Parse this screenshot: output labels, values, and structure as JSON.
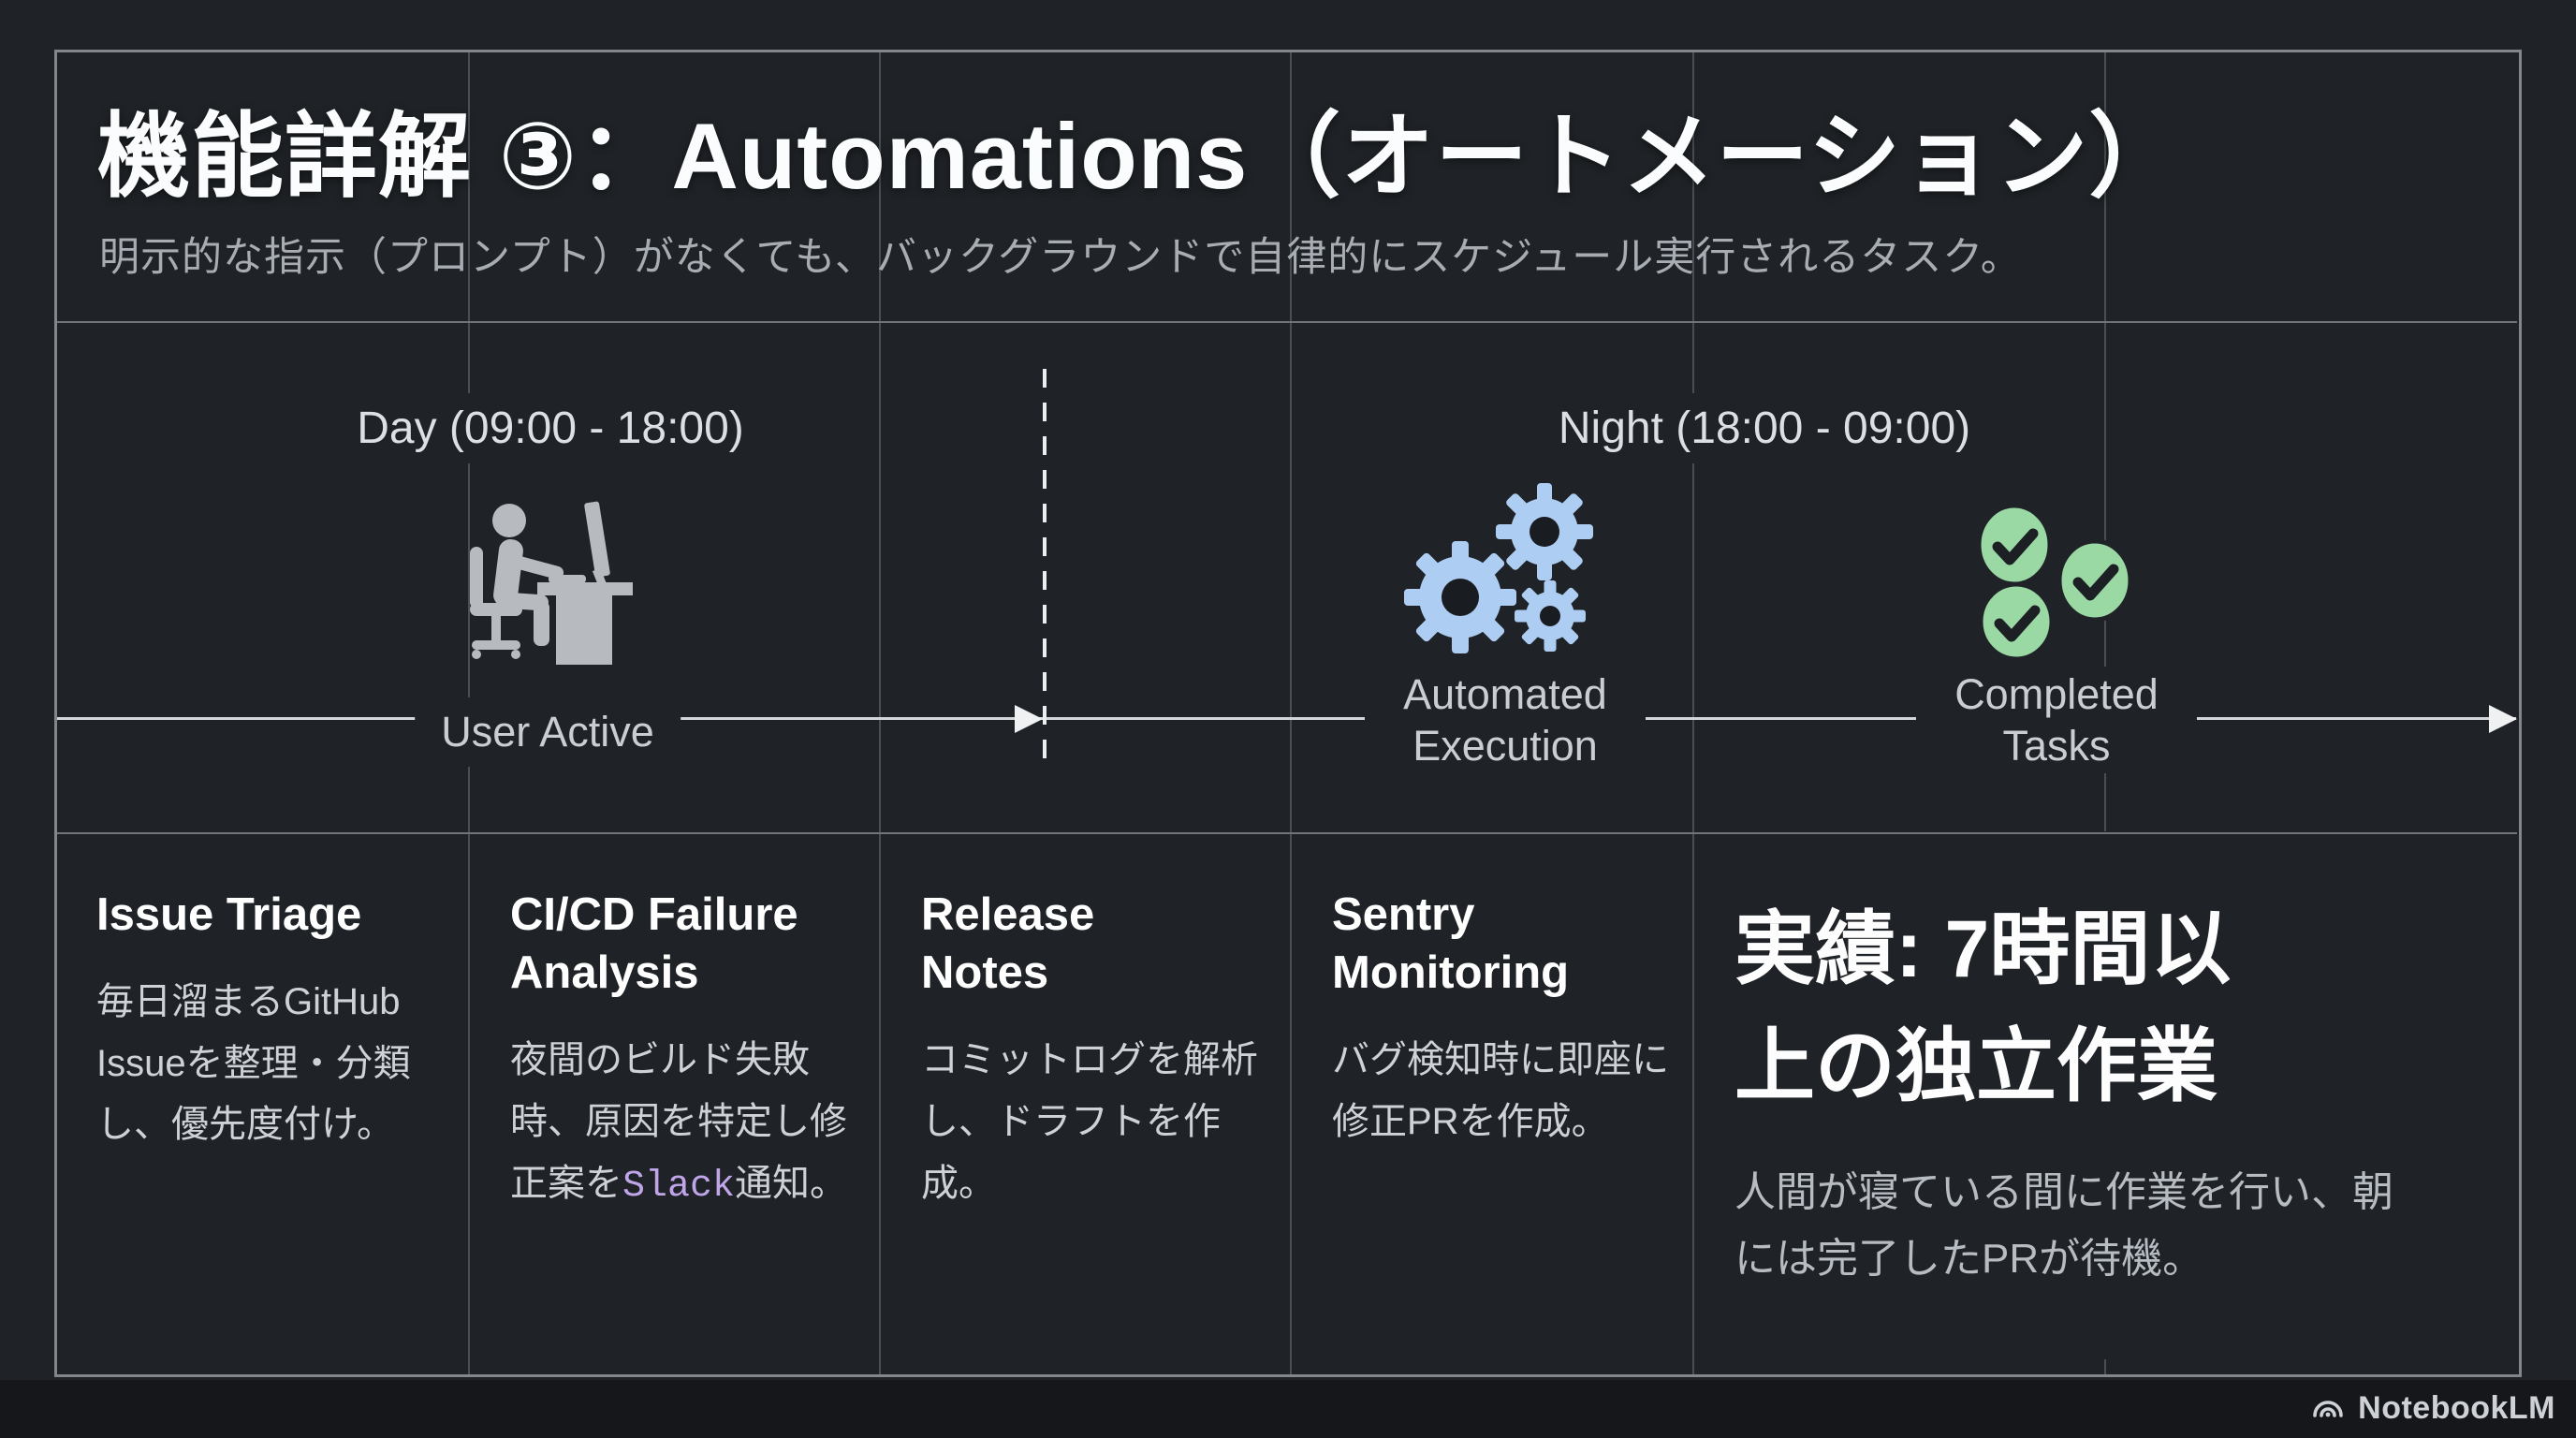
{
  "slide": {
    "title": "機能詳解 ③：Automations（オートメーション）",
    "subtitle": "明示的な指示（プロンプト）がなくても、バックグラウンドで自律的にスケジュール実行されるタスク。",
    "brand": "NotebookLM"
  },
  "timeline": {
    "day_label": "Day (09:00 - 18:00)",
    "night_label": "Night (18:00 - 09:00)",
    "user_stage_label": "User Active",
    "auto_stage_label": "Automated Execution",
    "done_stage_label": "Completed Tasks"
  },
  "tasks": [
    {
      "heading": "Issue Triage",
      "body": "毎日溜まるGitHub Issueを整理・分類し、優先度付け。"
    },
    {
      "heading": "CI/CD Failure Analysis",
      "body_pre": "夜間のビルド失敗時、原因を特定し修正案を",
      "body_code": "Slack",
      "body_post": "通知。"
    },
    {
      "heading": "Release Notes",
      "body": "コミットログを解析し、ドラフトを作成。"
    },
    {
      "heading": "Sentry Monitoring",
      "body": "バグ検知時に即座に修正PRを作成。"
    }
  ],
  "highlight": {
    "heading": "実績: 7時間以上の独立作業",
    "body": "人間が寝ている間に作業を行い、朝には完了したPRが待機。"
  },
  "colors": {
    "background": "#1f2327",
    "grid_line": "#4a4f55",
    "timeline_line": "#d4d7da",
    "gear_blue": "#aecdf2",
    "check_green": "#9ad8a4",
    "slack_purple": "#c0a5e9"
  }
}
